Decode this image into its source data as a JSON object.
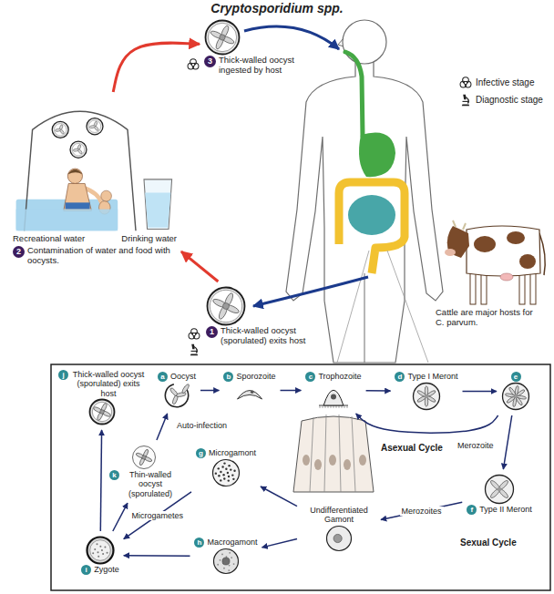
{
  "diagram": {
    "title": "Cryptosporidium spp.",
    "nodes": [
      {
        "text": [
          "3",
          "Thick-walled oocyst ingested by host"
        ]
      },
      {
        "text": [
          "Recreational water",
          "Drinking water",
          "2",
          "Contamination of water and food with oocysts."
        ]
      },
      {
        "text": [
          "1",
          "Thick-walled oocyst (sporulated) exits host"
        ]
      },
      {
        "text": [
          "j",
          "Thick-walled oocyst (sporulated) exits host"
        ]
      },
      {
        "text": [
          "a",
          "Oocyst"
        ]
      },
      {
        "text": [
          "b",
          "Sporozoite"
        ]
      },
      {
        "text": [
          "c",
          "Trophozoite"
        ]
      },
      {
        "text": [
          "d",
          "Type I Meront"
        ]
      },
      {
        "text": [
          "e"
        ]
      },
      {
        "text": [
          "k",
          "Thin-walled oocyst (sporulated)"
        ]
      },
      {
        "text": [
          "g",
          "Microgamont"
        ]
      },
      {
        "text": [
          "f",
          "Type II Meront"
        ]
      },
      {
        "text": [
          "Undifferentiated Gamont"
        ]
      },
      {
        "text": [
          "h",
          "Macrogamont"
        ]
      },
      {
        "text": [
          "i",
          "Zygote"
        ]
      }
    ],
    "edges": [
      {
        "from": 2,
        "to": 1,
        "arrow": "to"
      },
      {
        "from": 1,
        "to": 0,
        "arrow": "to"
      },
      {
        "from": 4,
        "to": 5,
        "arrow": "to"
      },
      {
        "from": 5,
        "to": 6,
        "arrow": "to"
      },
      {
        "from": 6,
        "to": 7,
        "arrow": "to"
      },
      {
        "from": 7,
        "to": 8,
        "arrow": "to"
      },
      {
        "from": 8,
        "to": 6,
        "arrow": "to"
      },
      {
        "from": 8,
        "to": 11,
        "label": "Merozoite",
        "arrow": "to"
      },
      {
        "from": 11,
        "to": 12,
        "label": "Merozoites",
        "arrow": "to"
      },
      {
        "from": 12,
        "to": 10,
        "arrow": "to"
      },
      {
        "from": 12,
        "to": 13,
        "arrow": "to"
      },
      {
        "from": 10,
        "to": 14,
        "label": "Microgametes",
        "arrow": "to"
      },
      {
        "from": 13,
        "to": 14,
        "arrow": "to"
      },
      {
        "from": 14,
        "to": 9,
        "arrow": "to"
      },
      {
        "from": 14,
        "to": 3,
        "arrow": "to"
      },
      {
        "from": 9,
        "to": 4,
        "label": "Auto-infection",
        "arrow": "to"
      }
    ],
    "labels": [
      "Cattle are major hosts for C. parvum.",
      "Asexual Cycle",
      "Sexual Cycle"
    ],
    "legend": [
      {
        "text": "Infective stage"
      },
      {
        "text": "Diagnostic stage"
      }
    ]
  }
}
